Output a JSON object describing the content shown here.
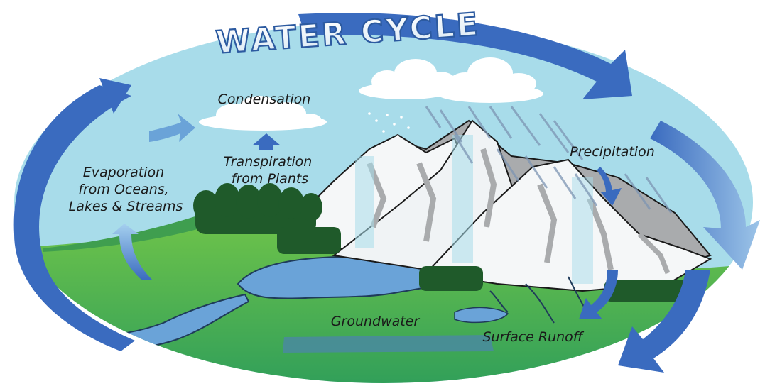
{
  "title": "WATER CYCLE",
  "labels": {
    "condensation": "Condensation",
    "evaporation": [
      "Evaporation",
      "from Oceans,",
      "Lakes & Streams"
    ],
    "transpiration": [
      "Transpiration",
      "from Plants"
    ],
    "precipitation": "Precipitation",
    "groundwater": "Groundwater",
    "surface_runoff": "Surface Runoff"
  },
  "colors": {
    "sky": "#a8dcea",
    "ground": "#4cb25a",
    "water": "#6aa3d8",
    "cycle_arrow": "#3a6bbf",
    "mountain_snow": "#f5f7f8",
    "mountain_rock": "#a9abad",
    "forest": "#1f5a2a"
  }
}
